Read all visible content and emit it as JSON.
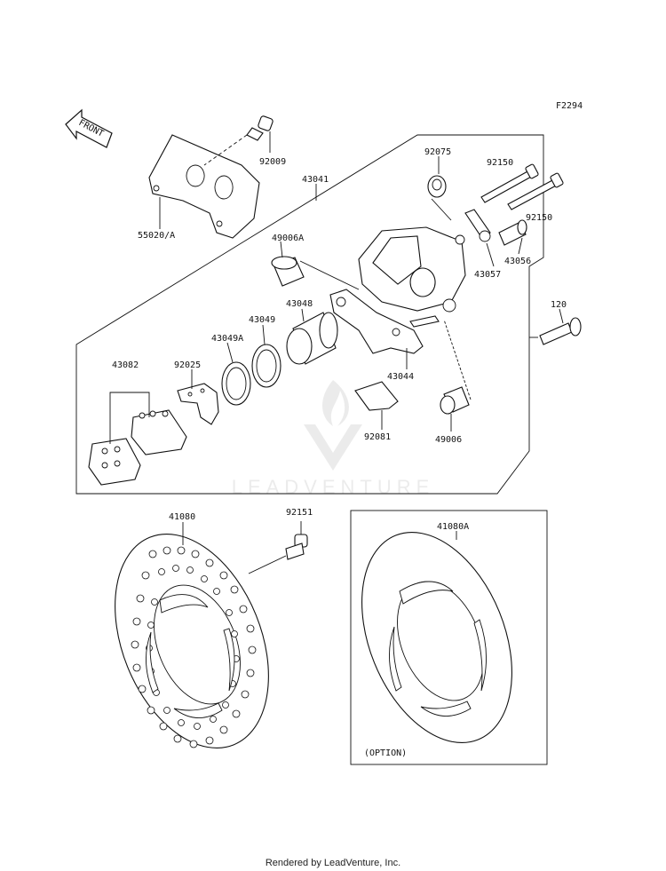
{
  "diagram_code": "F2294",
  "front_label": "FRONT",
  "watermark": "LEADVENTURE",
  "footer": "Rendered by LeadVenture, Inc.",
  "option_label": "(OPTION)",
  "parts": {
    "p92009": "92009",
    "p55020A": "55020/A",
    "p43041": "43041",
    "p92075": "92075",
    "p92150a": "92150",
    "p92150b": "92150",
    "p49006A": "49006A",
    "p43057": "43057",
    "p43056": "43056",
    "p43048": "43048",
    "p43049": "43049",
    "p43049A": "43049A",
    "p43082": "43082",
    "p92025": "92025",
    "p43044": "43044",
    "p120": "120",
    "p92081": "92081",
    "p49006": "49006",
    "p41080": "41080",
    "p92151": "92151",
    "p41080A": "41080A"
  }
}
